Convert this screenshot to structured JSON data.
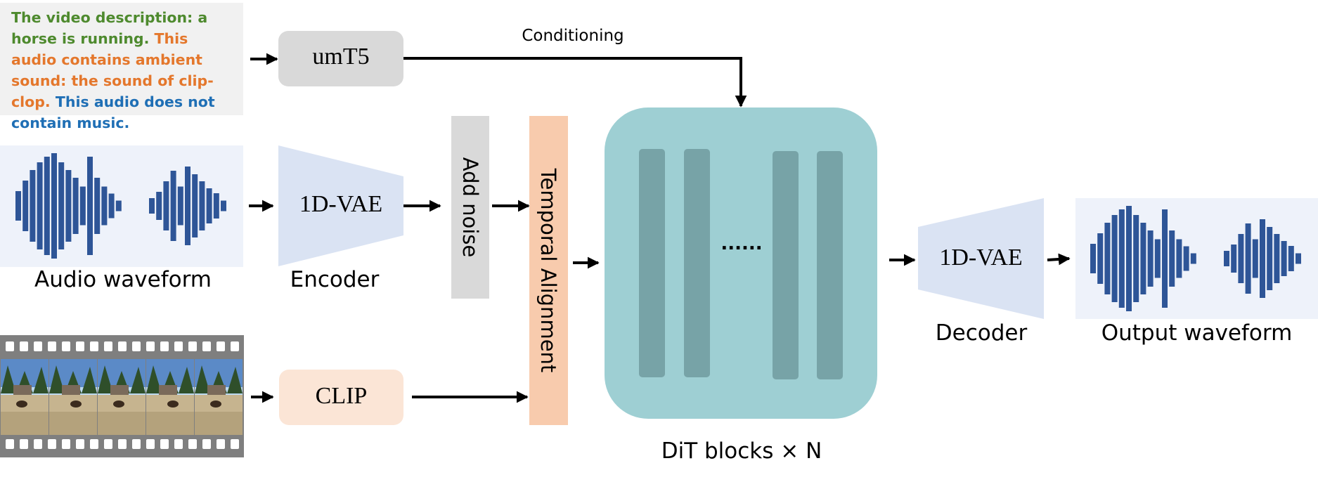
{
  "description": {
    "part1": "The video description: a horse is running.",
    "part2": "This audio contains ambient sound: the sound of clip-clop.",
    "part3": "This audio does not contain music.",
    "colors": {
      "part1": "#4e8a2e",
      "part2": "#e4772c",
      "part3": "#1f6fb5"
    }
  },
  "labels": {
    "umt5": "umT5",
    "conditioning": "Conditioning",
    "vae_encoder": "1D-VAE",
    "encoder": "Encoder",
    "audio_waveform": "Audio waveform",
    "add_noise": "Add noise",
    "temporal_alignment": "Temporal Alignment",
    "ellipsis": "......",
    "dit_blocks": "DiT blocks × N",
    "vae_decoder": "1D-VAE",
    "decoder": "Decoder",
    "output_waveform": "Output waveform",
    "clip": "CLIP"
  },
  "colors": {
    "umt5_fill": "#d9d9d9",
    "vae_fill": "#dae3f3",
    "noise_fill": "#d9d9d9",
    "temporal_fill": "#f8cbad",
    "dit_fill": "#9ecfd3",
    "dit_block_fill": "#77a3a7",
    "waveform_bg": "#eef2fa",
    "waveform_bar": "#2e5597",
    "clip_fill": "#fbe5d6",
    "film_strip": "#7f7f7f"
  },
  "icons": [
    "audio-waveform-icon",
    "film-strip-icon",
    "arrow-icon"
  ]
}
